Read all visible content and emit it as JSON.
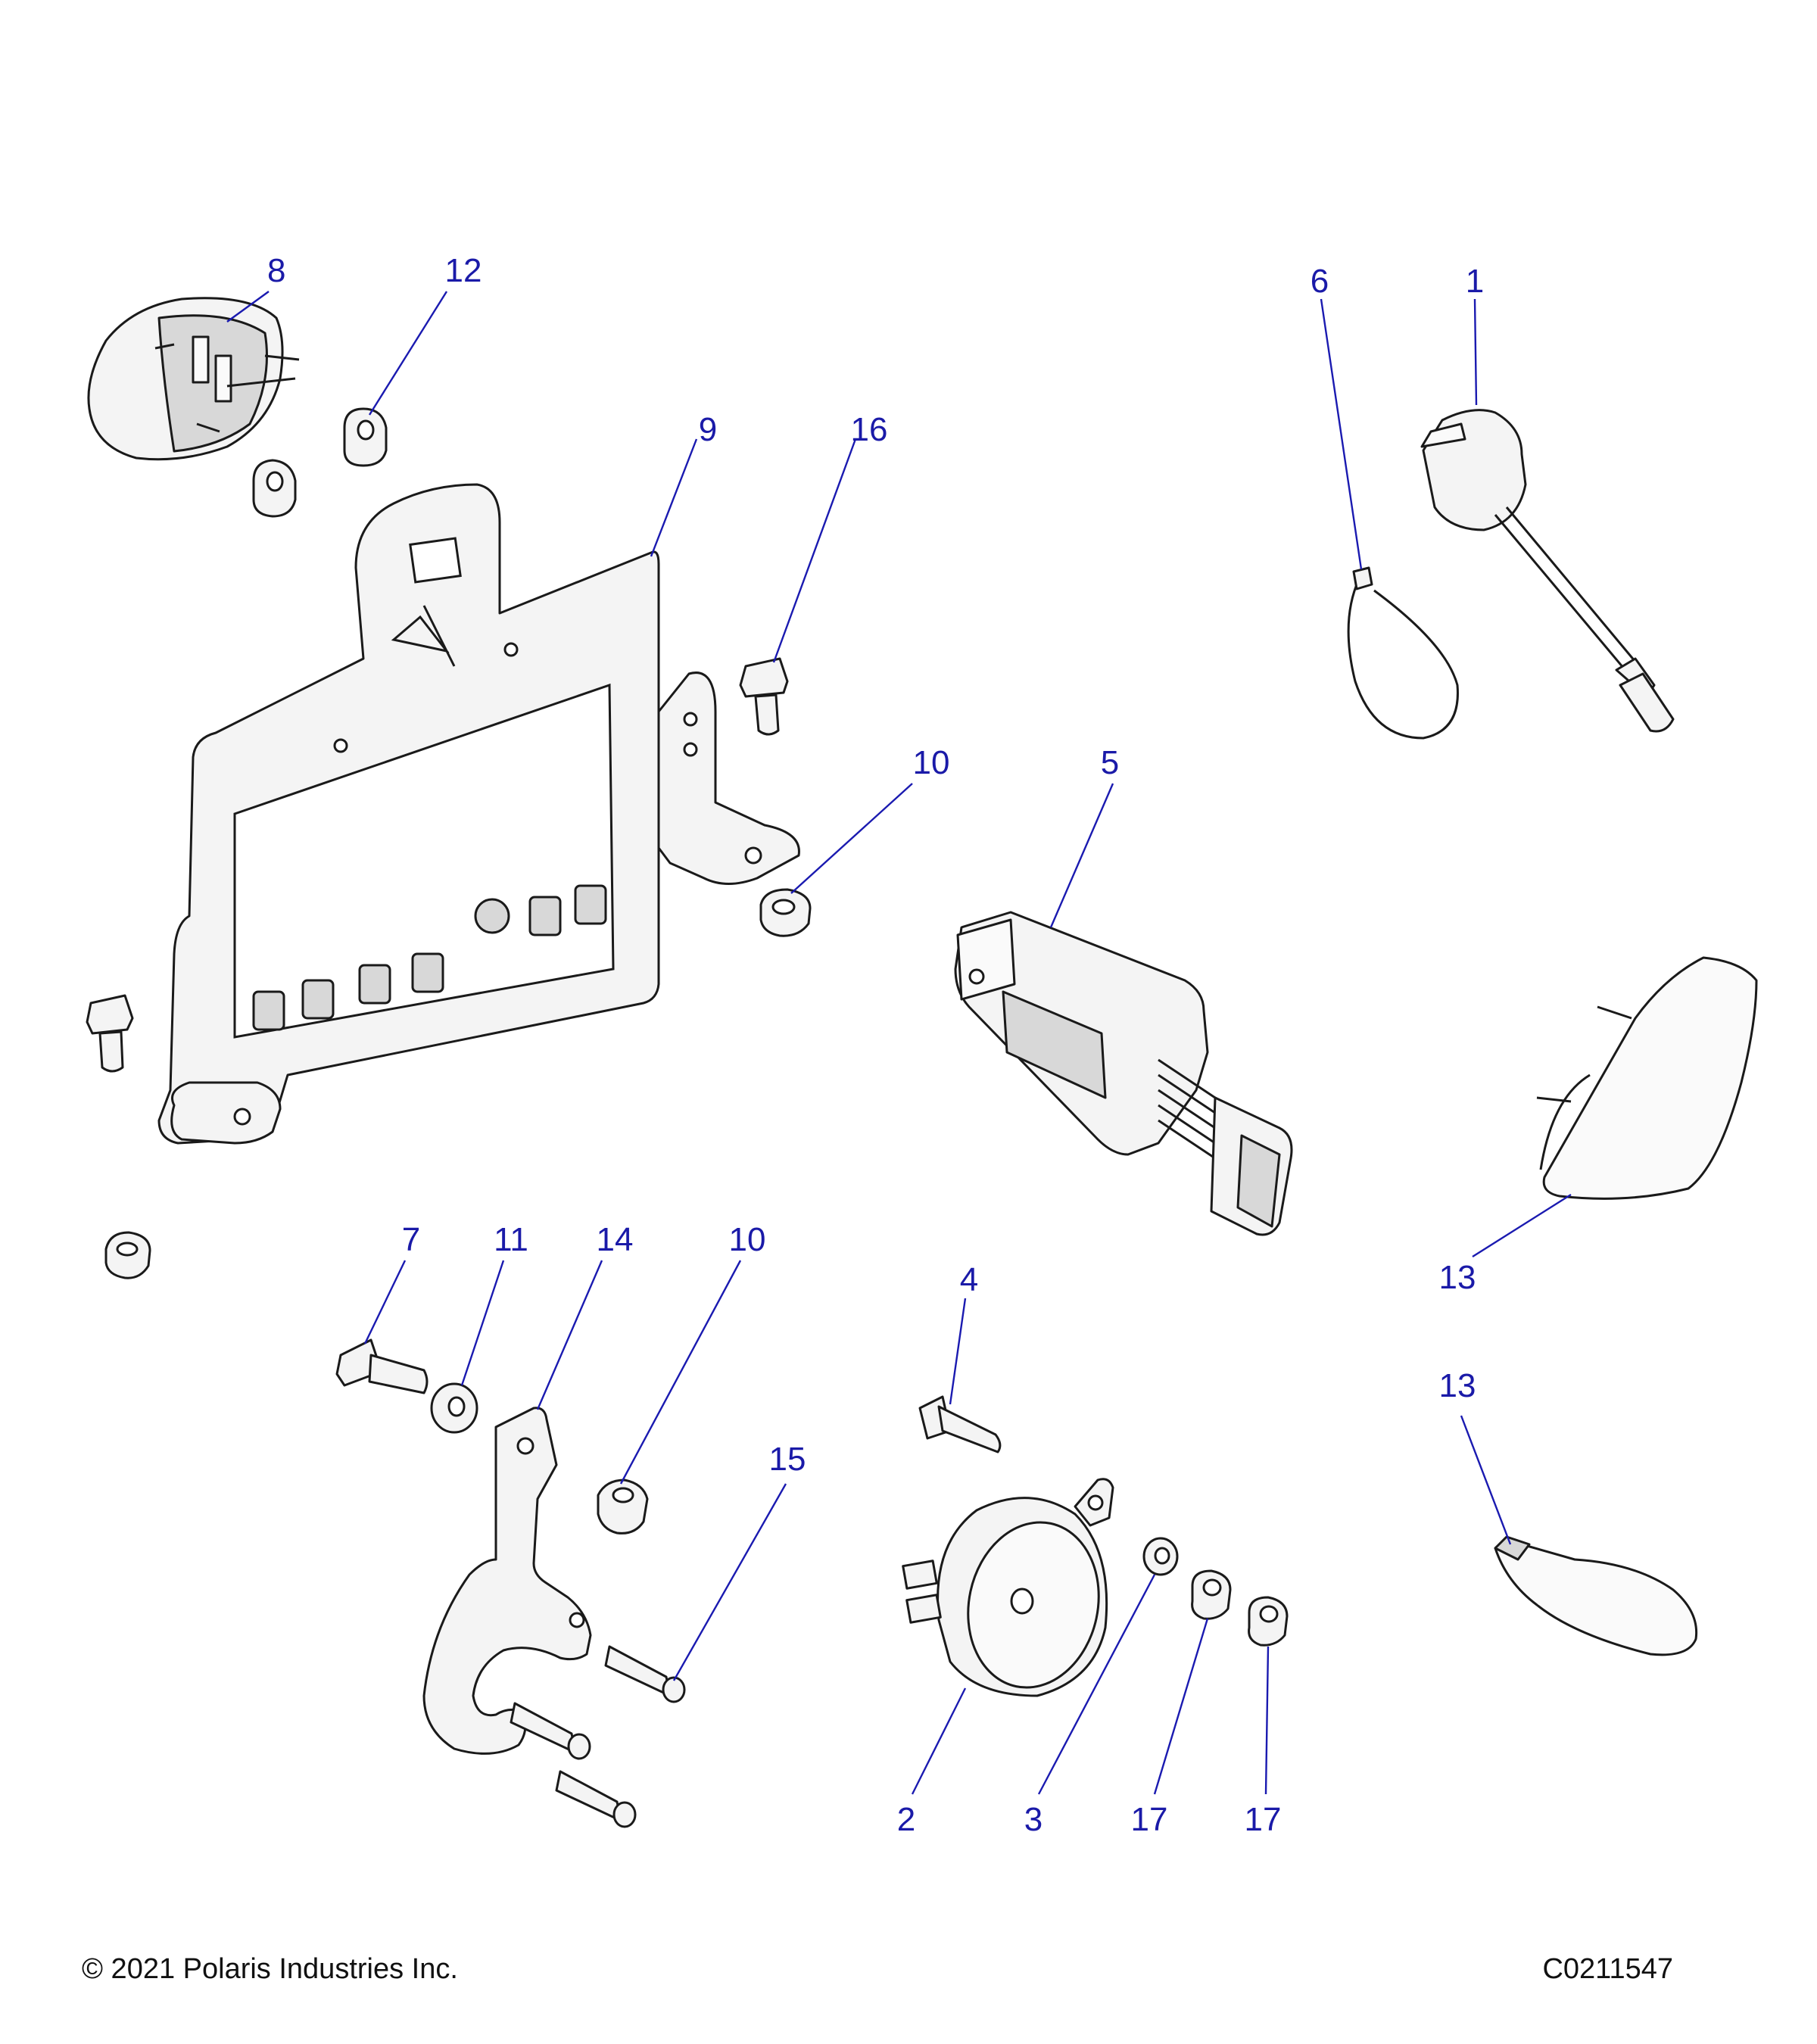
{
  "callouts": [
    "8",
    "12",
    "9",
    "16",
    "10",
    "6",
    "1",
    "5",
    "7",
    "11",
    "14",
    "10",
    "4",
    "13",
    "13",
    "15",
    "2",
    "3",
    "17",
    "17"
  ],
  "footer": {
    "copyright": "© 2021 Polaris Industries Inc.",
    "drawing_number": "C0211547"
  },
  "colors": {
    "callout": "#1a1aa8",
    "line_art": "#1a1a1a"
  }
}
